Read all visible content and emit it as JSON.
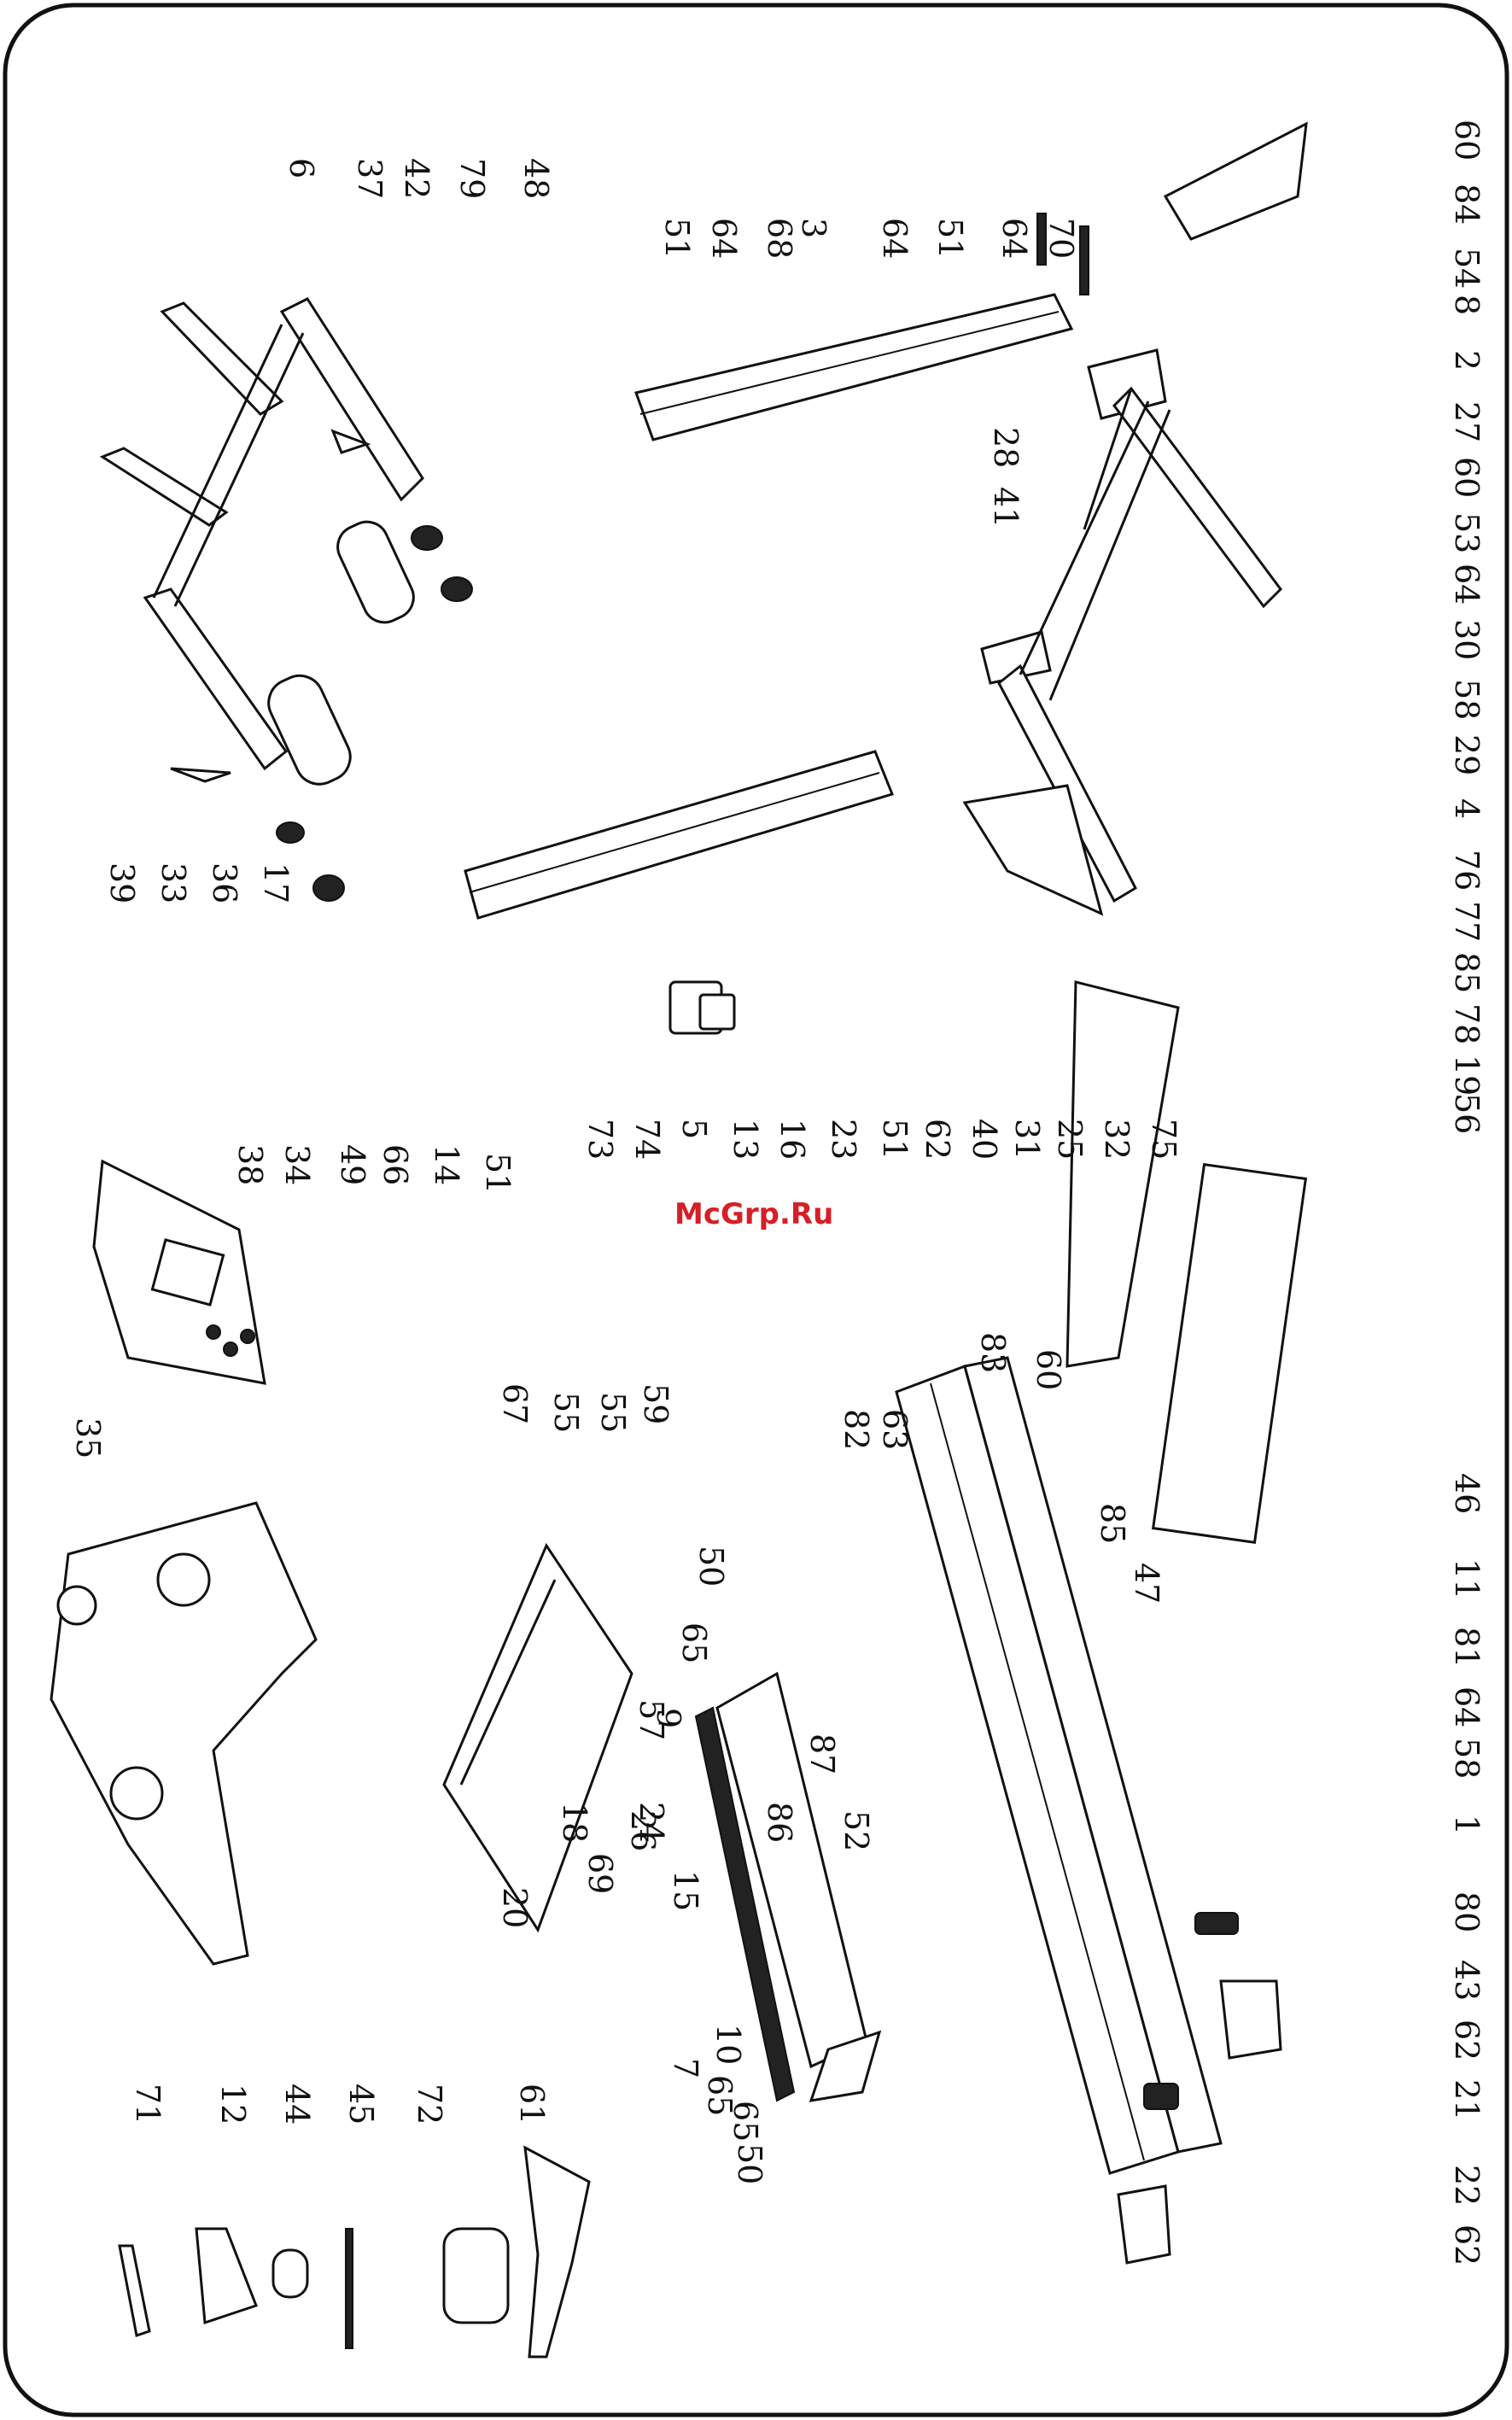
{
  "watermark": {
    "text": "McGrp.Ru",
    "color": "#d61f26"
  },
  "border_color": "#111111",
  "callouts": {
    "top_right": [
      "60",
      "84",
      "54",
      "8",
      "2",
      "27",
      "60",
      "53",
      "64",
      "30",
      "58",
      "29",
      "4",
      "76",
      "77",
      "85",
      "78",
      "19",
      "56"
    ],
    "right_lower": [
      "46",
      "11",
      "81",
      "64",
      "58",
      "1",
      "80",
      "43",
      "62",
      "21",
      "22",
      "62"
    ],
    "crossbar": [
      "51",
      "64",
      "68",
      "3",
      "64",
      "51",
      "64",
      "70"
    ],
    "upright_left": [
      "6",
      "37",
      "42",
      "79",
      "48"
    ],
    "upright_bottom": [
      "39",
      "33",
      "36",
      "17"
    ],
    "upper_frame": [
      "28",
      "41",
      "83",
      "60"
    ],
    "motor_area": [
      "73",
      "74",
      "5",
      "13",
      "16",
      "23",
      "51",
      "62",
      "40",
      "31",
      "25",
      "32",
      "75"
    ],
    "console_area": [
      "38",
      "34",
      "49",
      "66",
      "14",
      "51",
      "67",
      "55",
      "55",
      "59"
    ],
    "frame_area": [
      "82",
      "63",
      "85",
      "47",
      "87",
      "52",
      "86",
      "26",
      "9",
      "65",
      "50",
      "15",
      "24",
      "69",
      "18",
      "20",
      "10",
      "65",
      "65",
      "7",
      "50",
      "57"
    ],
    "tools": [
      "71",
      "12",
      "44",
      "45",
      "72",
      "61"
    ],
    "handlebar": [
      "35"
    ]
  }
}
